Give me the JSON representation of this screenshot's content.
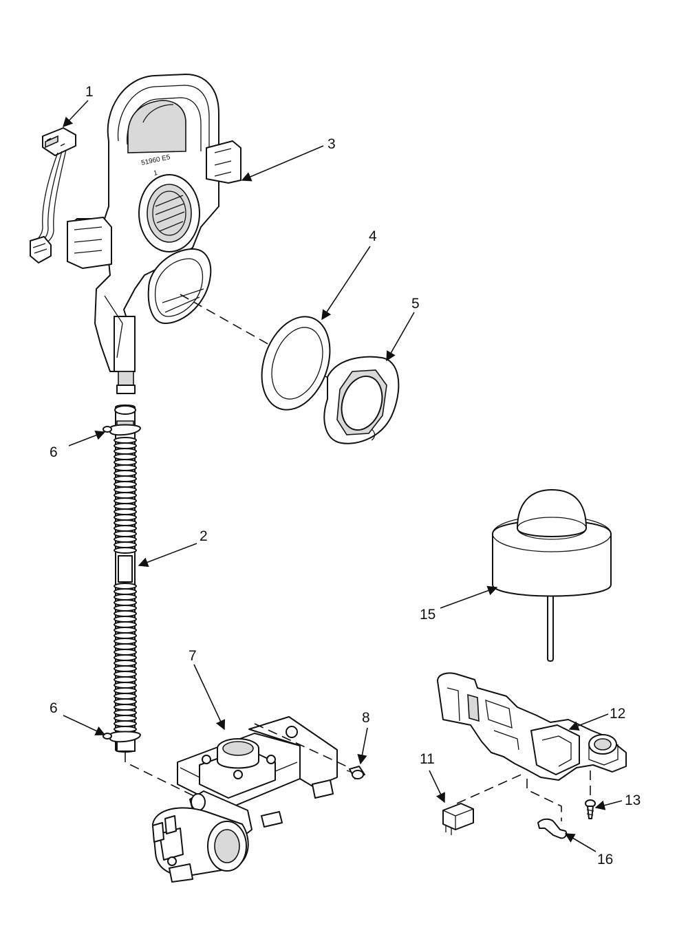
{
  "callouts": {
    "c1": "1",
    "c2": "2",
    "c3": "3",
    "c4": "4",
    "c5": "5",
    "c6a": "6",
    "c6b": "6",
    "c7": "7",
    "c8": "8",
    "c11": "11",
    "c12": "12",
    "c13": "13",
    "c15": "15",
    "c16": "16"
  },
  "part_stamp": {
    "line1": "51960 E5",
    "line2": "1"
  }
}
